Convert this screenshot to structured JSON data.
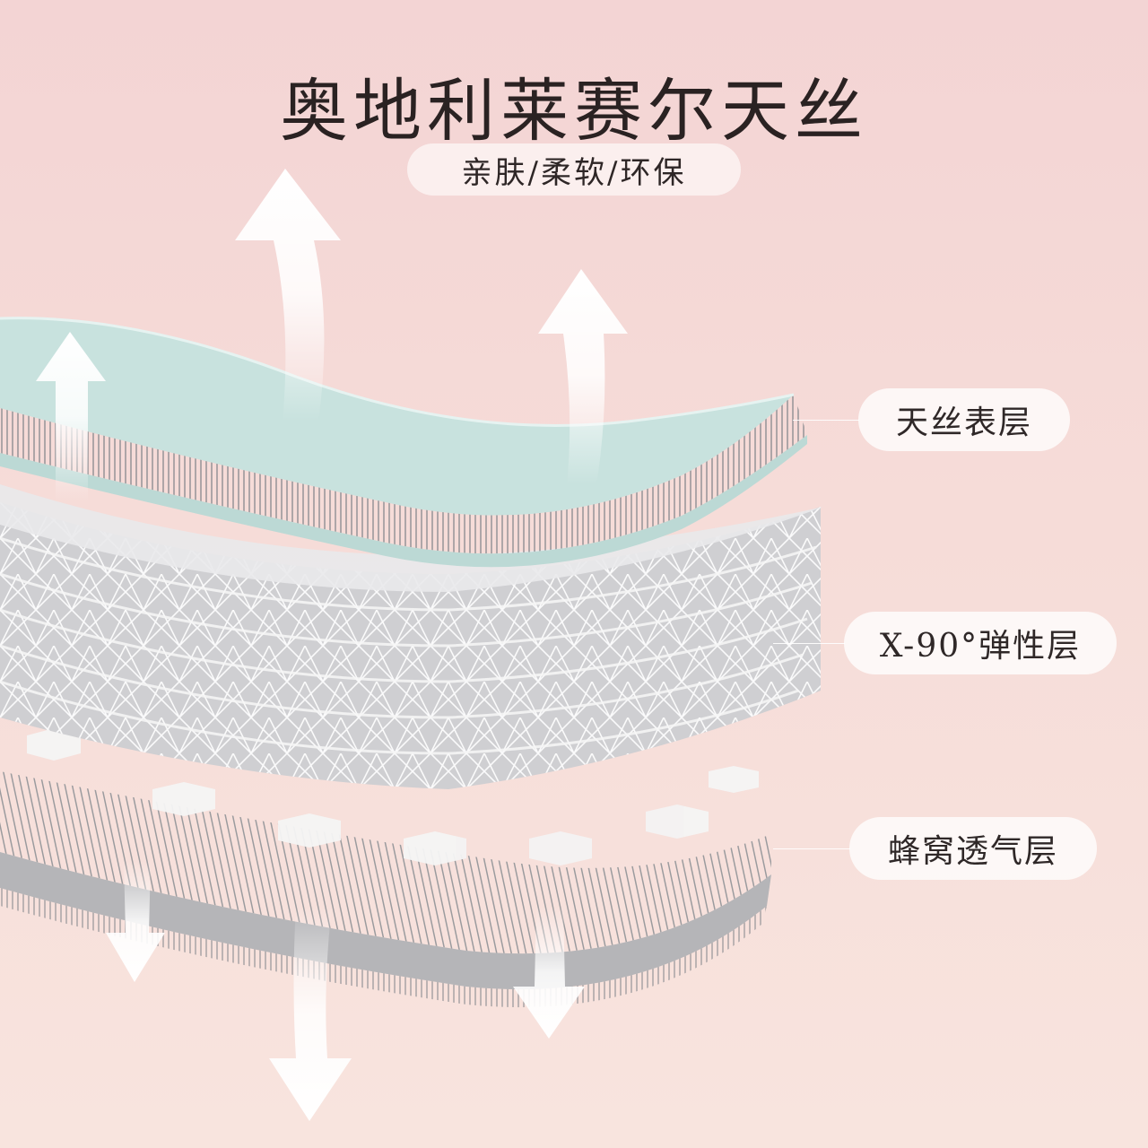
{
  "title": "奥地利莱赛尔天丝",
  "subtitle": "亲肤/柔软/环保",
  "layers": [
    {
      "label": "天丝表层"
    },
    {
      "label": "X-90°弹性层"
    },
    {
      "label": "蜂窝透气层"
    }
  ],
  "colors": {
    "background_top": "#f3d4d4",
    "background_bottom": "#f8e4de",
    "tencel_layer": "#c9e3df",
    "elastic_layer": "#d4d4d6",
    "honeycomb_layer": "#b9b9bb",
    "arrows": "#ffffff",
    "text": "#2a2222"
  },
  "icons": [
    "up-arrow-icon",
    "down-arrow-icon"
  ]
}
